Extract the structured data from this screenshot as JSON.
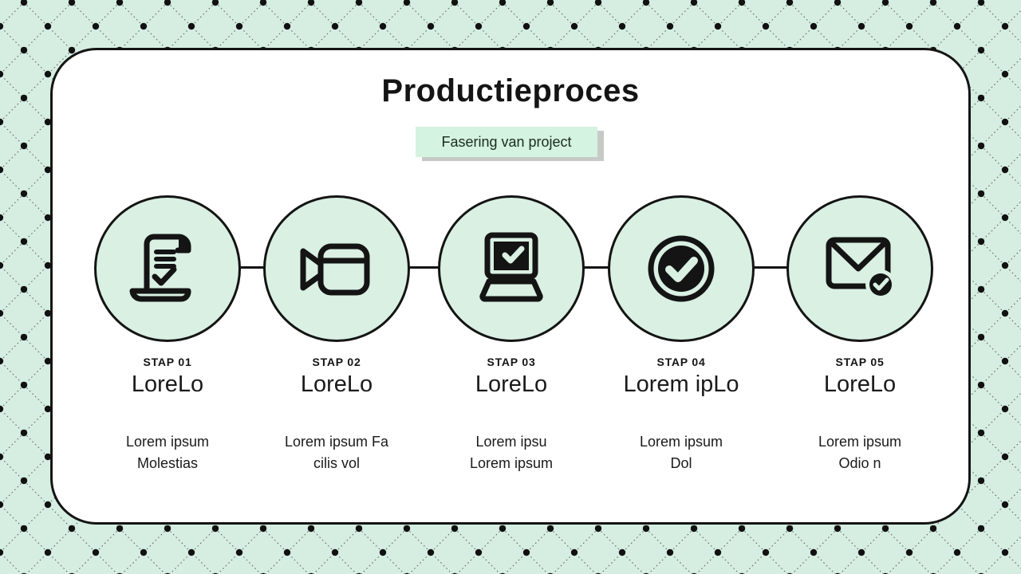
{
  "slide": {
    "title": "Productieproces",
    "subtitle": "Fasering van project"
  },
  "colors": {
    "canvas_bg": "#d5eee1",
    "pattern_line": "#3c3c3c",
    "pattern_dot": "#111111",
    "card_bg": "#fefffe",
    "card_border": "#141414",
    "circle_fill": "#d9f0e3",
    "badge_bg": "#d4f3e0",
    "badge_shadow": "#c6cac7",
    "badge_text": "#1c2b22",
    "ink": "#141414",
    "text": "#1a1a1a"
  },
  "steps": [
    {
      "step_label": "STAP 01",
      "title": "LoreLo",
      "desc_line1": "Lorem ipsum",
      "desc_line2": "Molestias",
      "icon": "scroll-check-icon"
    },
    {
      "step_label": "STAP 02",
      "title": "LoreLo",
      "desc_line1": "Lorem ipsum Fa",
      "desc_line2": "cilis vol",
      "icon": "video-camera-icon"
    },
    {
      "step_label": "STAP 03",
      "title": "LoreLo",
      "desc_line1": "Lorem ipsu",
      "desc_line2": "Lorem ipsum",
      "icon": "laptop-check-icon"
    },
    {
      "step_label": "STAP 04",
      "title": "Lorem ipLo",
      "desc_line1": "Lorem ipsum",
      "desc_line2": "Dol",
      "icon": "check-badge-icon"
    },
    {
      "step_label": "STAP 05",
      "title": "LoreLo",
      "desc_line1": "Lorem ipsum",
      "desc_line2": "Odio n",
      "icon": "mail-check-icon"
    }
  ]
}
